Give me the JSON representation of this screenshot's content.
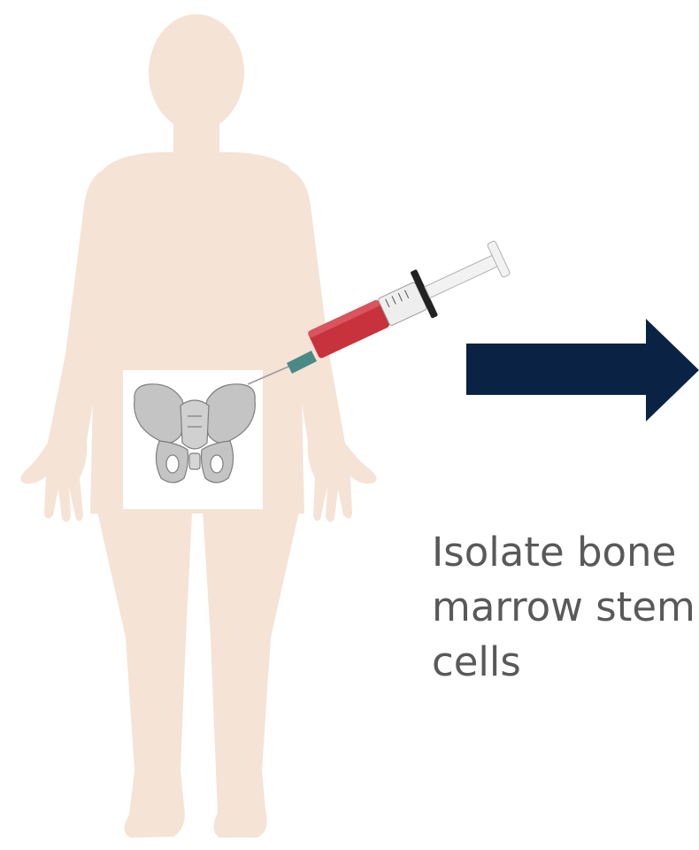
{
  "caption": {
    "lines": [
      "Isolate bone",
      "marrow stem",
      "cells"
    ]
  },
  "colors": {
    "body_silhouette": "#f5e3d6",
    "arrow": "#0a2344",
    "blood": "#c8323c",
    "caption_text": "#595959",
    "bone": "#b9b9b9"
  },
  "icons": {
    "figure": "human-silhouette",
    "pelvis": "pelvis-bone",
    "syringe": "syringe-with-blood",
    "arrow": "right-arrow"
  }
}
